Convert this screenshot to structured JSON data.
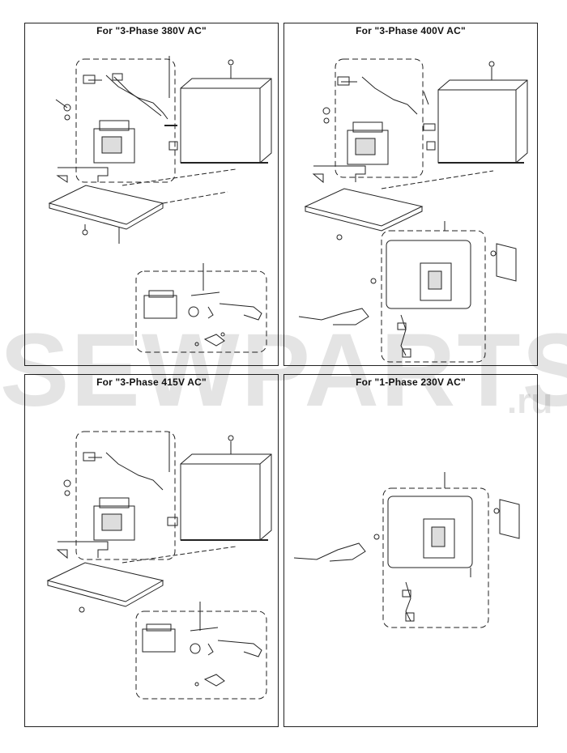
{
  "panels": [
    {
      "id": "p380",
      "title": "For \"3-Phase 380V AC\"",
      "variant": "transformer"
    },
    {
      "id": "p400",
      "title": "For \"3-Phase 400V AC\"",
      "variant": "transformer-board"
    },
    {
      "id": "p415",
      "title": "For \"3-Phase 415V AC\"",
      "variant": "transformer"
    },
    {
      "id": "p230",
      "title": "For \"1-Phase 230V AC\"",
      "variant": "board"
    }
  ],
  "watermark": {
    "main": "SEWPARTS",
    "suffix": ".ru"
  },
  "colors": {
    "line": "#222222",
    "background": "#ffffff",
    "watermark": "#000000"
  }
}
